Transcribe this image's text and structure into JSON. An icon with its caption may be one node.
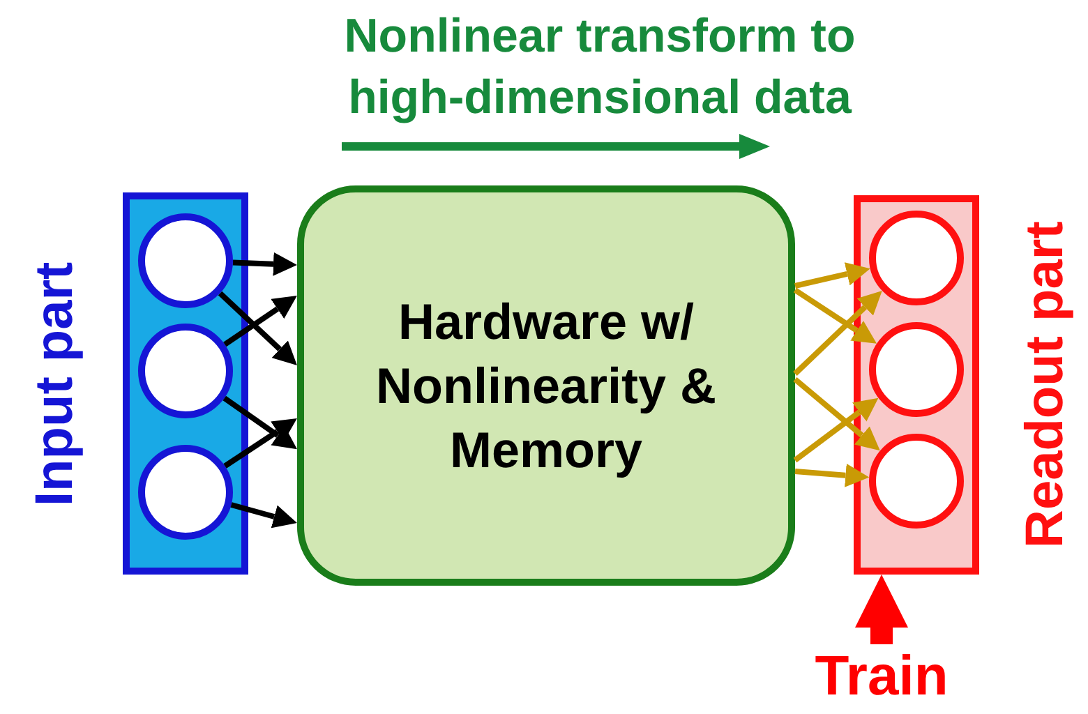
{
  "diagram": {
    "nodes": [
      {
        "text": [
          "Input part"
        ]
      },
      {
        "text": [],
        "shape": "circle",
        "in": 0
      },
      {
        "text": [],
        "shape": "circle",
        "in": 0
      },
      {
        "text": [],
        "shape": "circle",
        "in": 0
      },
      {
        "text": [
          "Hardware w/ Nonlinearity & Memory"
        ]
      },
      {
        "text": [
          "Readout part"
        ]
      },
      {
        "text": [],
        "shape": "circle",
        "in": 5
      },
      {
        "text": [],
        "shape": "circle",
        "in": 5
      },
      {
        "text": [],
        "shape": "circle",
        "in": 5
      },
      {
        "text": [
          "Train"
        ]
      }
    ],
    "edges": [
      {
        "from": 1,
        "to": 4,
        "arrow": "to"
      },
      {
        "from": 1,
        "to": 4,
        "arrow": "to"
      },
      {
        "from": 2,
        "to": 4,
        "arrow": "to"
      },
      {
        "from": 2,
        "to": 4,
        "arrow": "to"
      },
      {
        "from": 3,
        "to": 4,
        "arrow": "to"
      },
      {
        "from": 3,
        "to": 4,
        "arrow": "to"
      },
      {
        "from": 4,
        "to": 6,
        "arrow": "to",
        "color": "#c99a06"
      },
      {
        "from": 4,
        "to": 6,
        "arrow": "to",
        "color": "#c99a06"
      },
      {
        "from": 4,
        "to": 7,
        "arrow": "to",
        "color": "#c99a06"
      },
      {
        "from": 4,
        "to": 7,
        "arrow": "to",
        "color": "#c99a06"
      },
      {
        "from": 4,
        "to": 8,
        "arrow": "to",
        "color": "#c99a06"
      },
      {
        "from": 4,
        "to": 8,
        "arrow": "to",
        "color": "#c99a06"
      },
      {
        "from": 9,
        "to": 5,
        "arrow": "to",
        "style": "thick",
        "color": "#ff0000"
      }
    ],
    "labels": [
      "Nonlinear transform to high-dimensional data"
    ]
  }
}
